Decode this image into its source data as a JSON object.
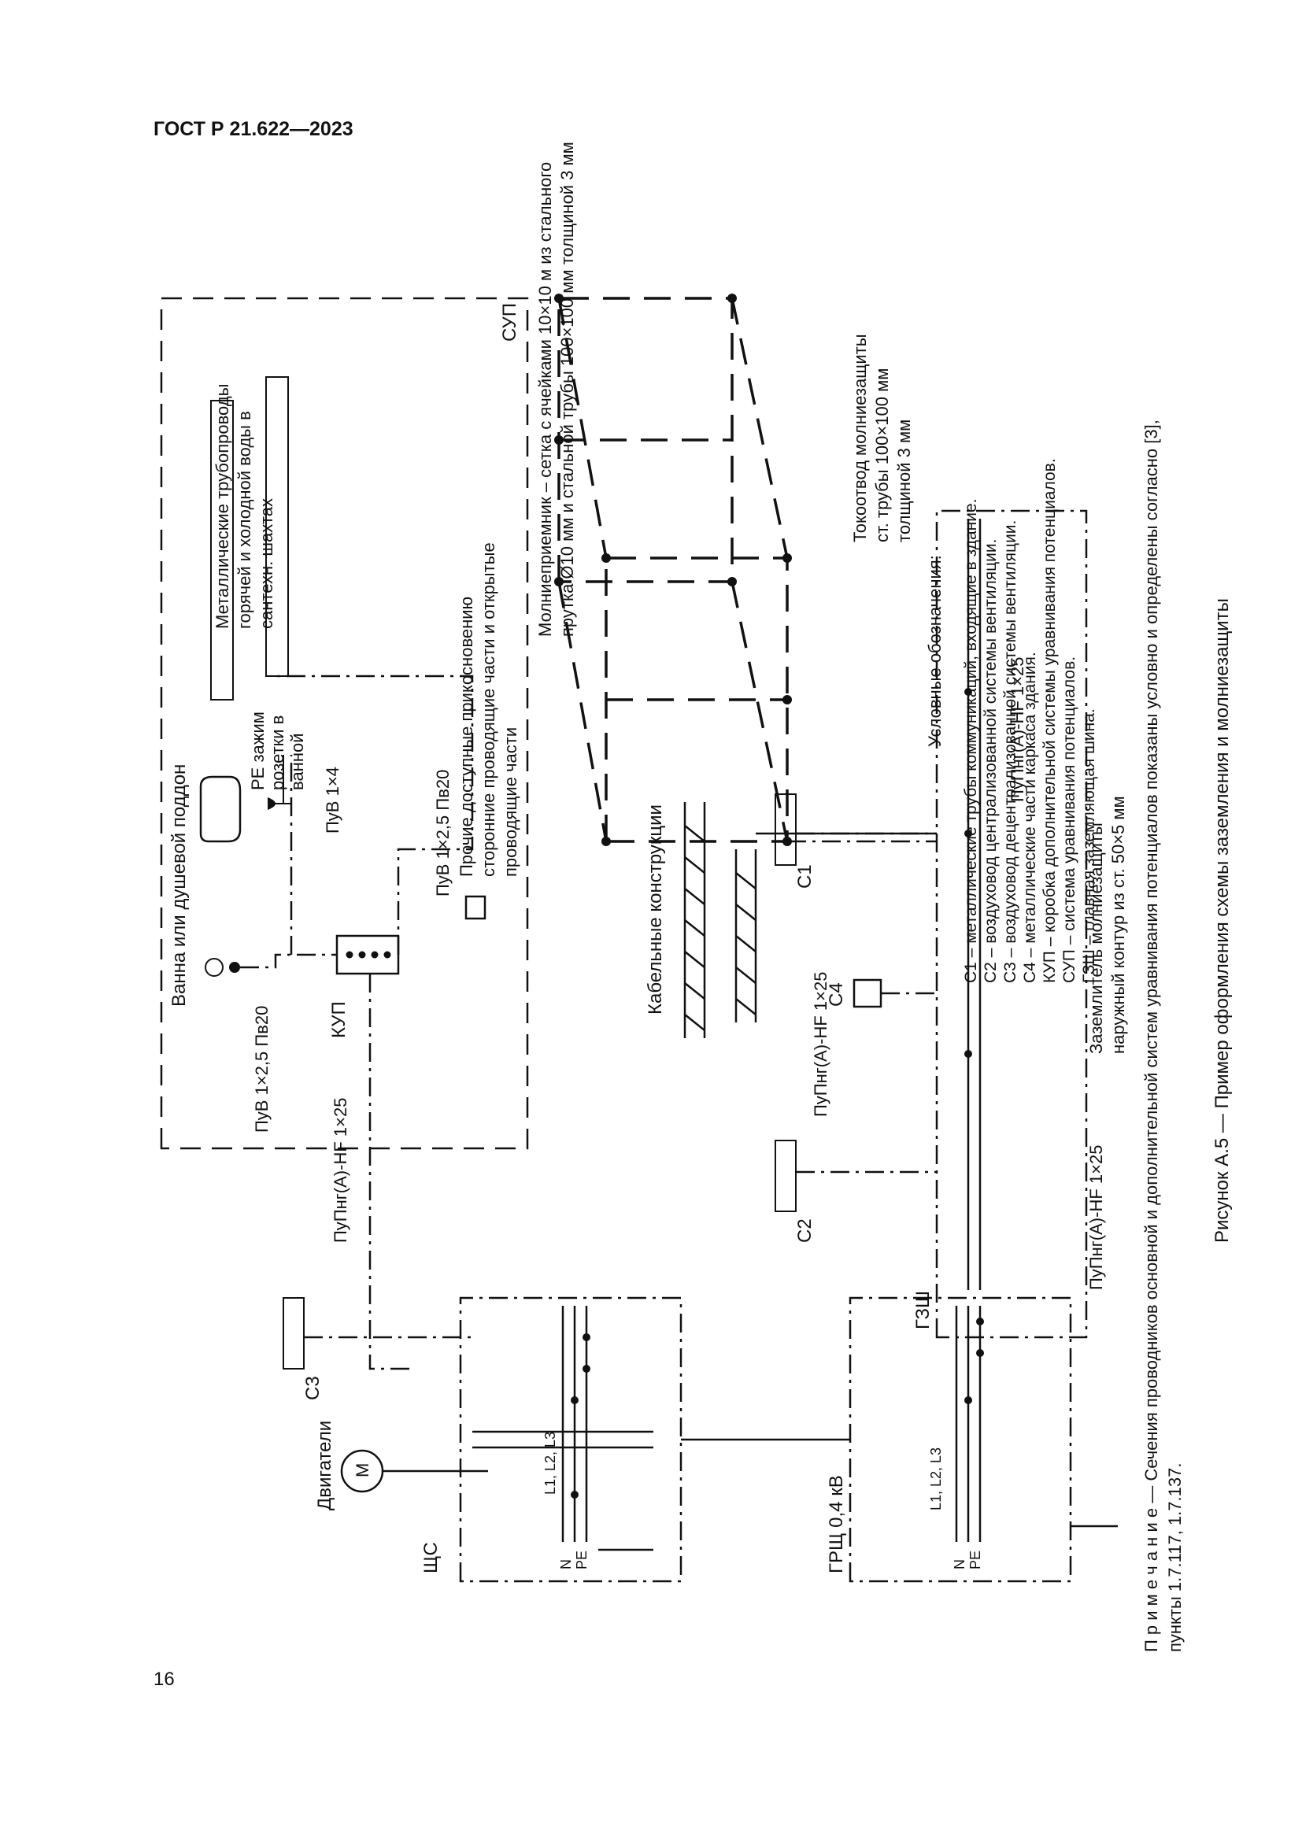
{
  "header": {
    "doc_code": "ГОСТ Р 21.622—2023"
  },
  "page_number": "16",
  "diagram": {
    "zones": {
      "sup": "СУП",
      "kup": "КУП",
      "shs": "ЩС",
      "grsh": "ГРЩ 0,4 кВ",
      "gzsh": "ГЗШ"
    },
    "labels": {
      "bath": "Ванна или душевой поддон",
      "pe_clamp_l1": "PE зажим",
      "pe_clamp_l2": "розетки в",
      "pe_clamp_l3": "ванной",
      "metal_pipes_l1": "Металлические трубопроводы",
      "metal_pipes_l2": "горячей и холодной воды в",
      "metal_pipes_l3": "сантехн. шахтах",
      "other_parts_l1": "Прочие доступные прикосновению",
      "other_parts_l2": "сторонние проводящие части и открытые",
      "other_parts_l3": "проводящие части",
      "cable_puv1": "ПуВ 1×2,5 Пв20",
      "cable_puv2": "ПуВ 1×4",
      "cable_puv3": "ПуВ 1×2,5 Пв20",
      "cable_pupng1": "ПуПнг(А)-HF 1×25",
      "cable_pupng2": "ПуПнг(А)-HF 1×25",
      "cable_pupng3": "ПуПнг(А)-HF 1×25",
      "cable_pupng4": "ПуПнг(А)-HF 1×25",
      "lightning_receiver_l1": "Молниеприемник – сетка с ячейками 10×10 м из стального",
      "lightning_receiver_l2": "прутка Ø10 мм и стальной трубы 100×100 мм толщиной 3 мм",
      "downconductor_l1": "Токоотвод молниезащиты",
      "downconductor_l2": "ст. трубы 100×100 мм",
      "downconductor_l3": "толщиной 3 мм",
      "grounding_l1": "Заземлитель молниезащиты",
      "grounding_l2": "наружный контур из ст. 50×5 мм",
      "cable_structures": "Кабельные конструкции",
      "motors": "Двигатели",
      "motor_symbol": "M",
      "phases": "L1, L2, L3",
      "n": "N",
      "pe": "PE",
      "c1": "С1",
      "c2": "С2",
      "c3": "С3",
      "c4": "С4"
    },
    "legend": {
      "title": "Условные обозначения:",
      "items": [
        "С1 – металлические трубы коммуникаций, входящие в здание.",
        "С2 – воздуховод централизованной системы вентиляции.",
        "С3 – воздуховод децентрализованной системы вентиляции.",
        "С4 – металлические части каркаса здания.",
        "КУП – коробка дополнительной системы уравнивания потенциалов.",
        "СУП – система уравнивания потенциалов.",
        "ГЗШ – главная заземляющая шина."
      ]
    }
  },
  "note": {
    "prefix": "П р и м е ч а н и е",
    "l1": " — Сечения проводников основной и дополнительной систем уравнивания потенциалов показаны условно и определены согласно [3],",
    "l2": "пункты 1.7.117, 1.7.137."
  },
  "caption": "Рисунок А.5 — Пример оформления схемы заземления и молниезащиты"
}
